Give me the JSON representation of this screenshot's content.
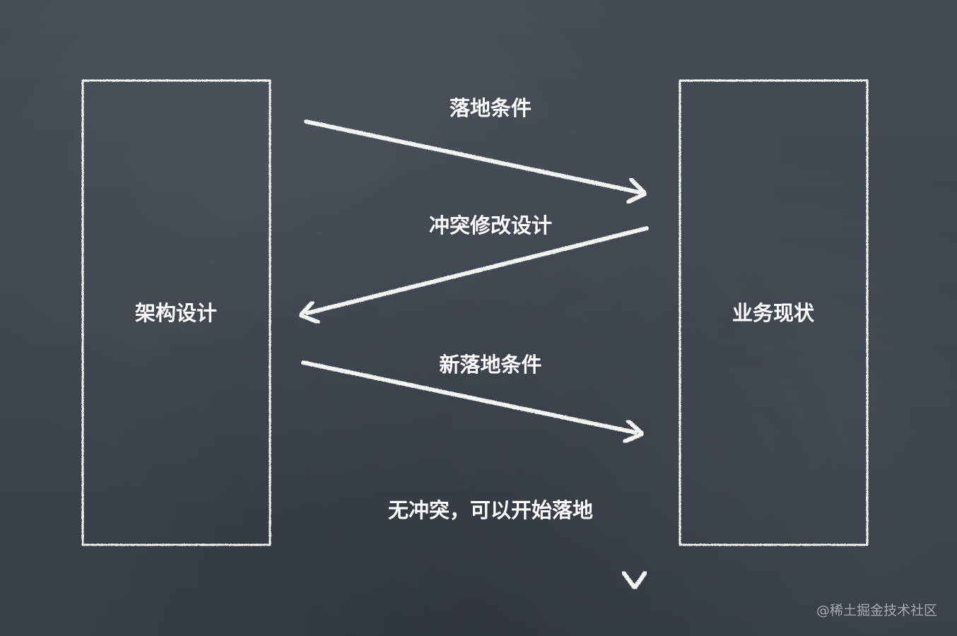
{
  "diagram": {
    "left_box": {
      "label": "架构设计"
    },
    "right_box": {
      "label": "业务现状"
    },
    "arrows": [
      {
        "label": "落地条件",
        "direction": "right"
      },
      {
        "label": "冲突修改设计",
        "direction": "left"
      },
      {
        "label": "新落地条件",
        "direction": "right"
      },
      {
        "label": "无冲突，可以开始落地",
        "direction": "down"
      }
    ]
  },
  "watermark": "@稀土掘金技术社区",
  "colors": {
    "background": "#3f4650",
    "chalk": "#f4f4f2"
  }
}
